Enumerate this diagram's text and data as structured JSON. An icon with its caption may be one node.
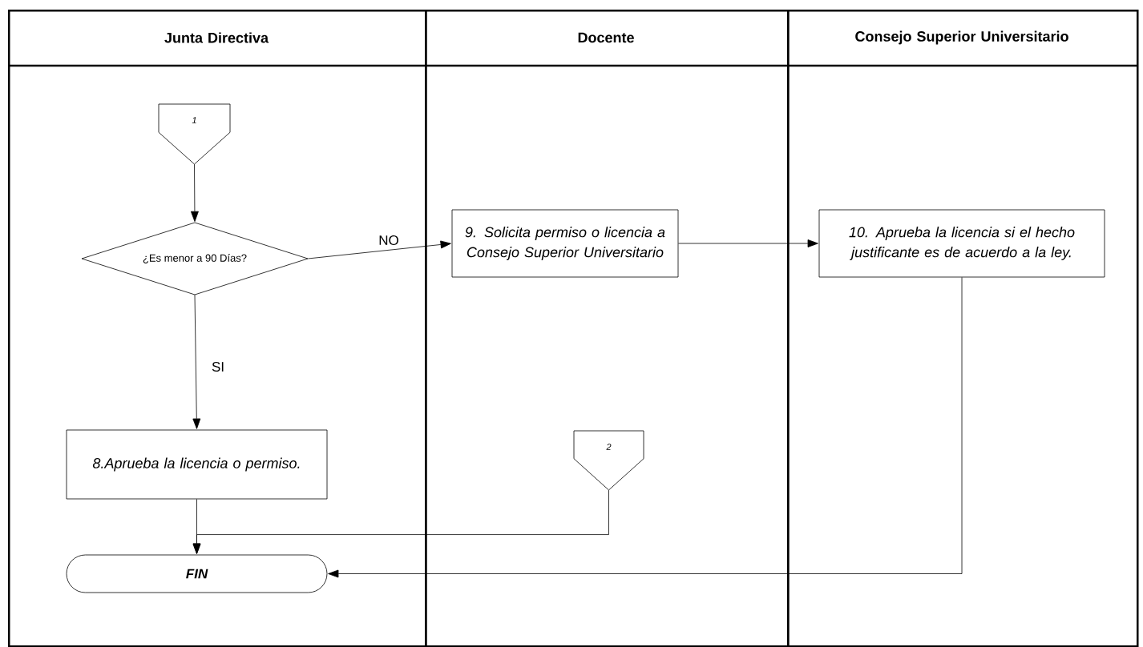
{
  "diagram": {
    "nodes": [
      {
        "text": [
          "Junta Directiva"
        ]
      },
      {
        "text": [
          "Docente"
        ]
      },
      {
        "text": [
          "Consejo Superior Universitario"
        ]
      },
      {
        "text": [
          "1"
        ],
        "in": 0
      },
      {
        "text": [
          "¿Es menor a 90 Días?"
        ],
        "in": 0
      },
      {
        "text": [
          "9. Solicita permiso o licencia a Consejo Superior Universitario"
        ],
        "in": 1
      },
      {
        "text": [
          "10. Aprueba la licencia si el hecho justificante es de acuerdo a la ley."
        ],
        "in": 2
      },
      {
        "text": [
          "8.Aprueba  la licencia o permiso."
        ],
        "in": 0
      },
      {
        "text": [
          "2"
        ],
        "in": 1
      },
      {
        "text": [
          "FIN"
        ],
        "in": 0
      }
    ],
    "edges": [
      {
        "from": 3,
        "to": 4,
        "arrow": "to"
      },
      {
        "from": 4,
        "to": 5,
        "arrow": "to",
        "label": "NO"
      },
      {
        "from": 5,
        "to": 6,
        "arrow": "to"
      },
      {
        "from": 4,
        "to": 7,
        "arrow": "to",
        "label": "SI"
      },
      {
        "from": 7,
        "to": 9,
        "arrow": "to"
      },
      {
        "from": 8,
        "to": 9,
        "arrow": "to"
      },
      {
        "from": 6,
        "to": 9,
        "arrow": "to"
      }
    ]
  }
}
